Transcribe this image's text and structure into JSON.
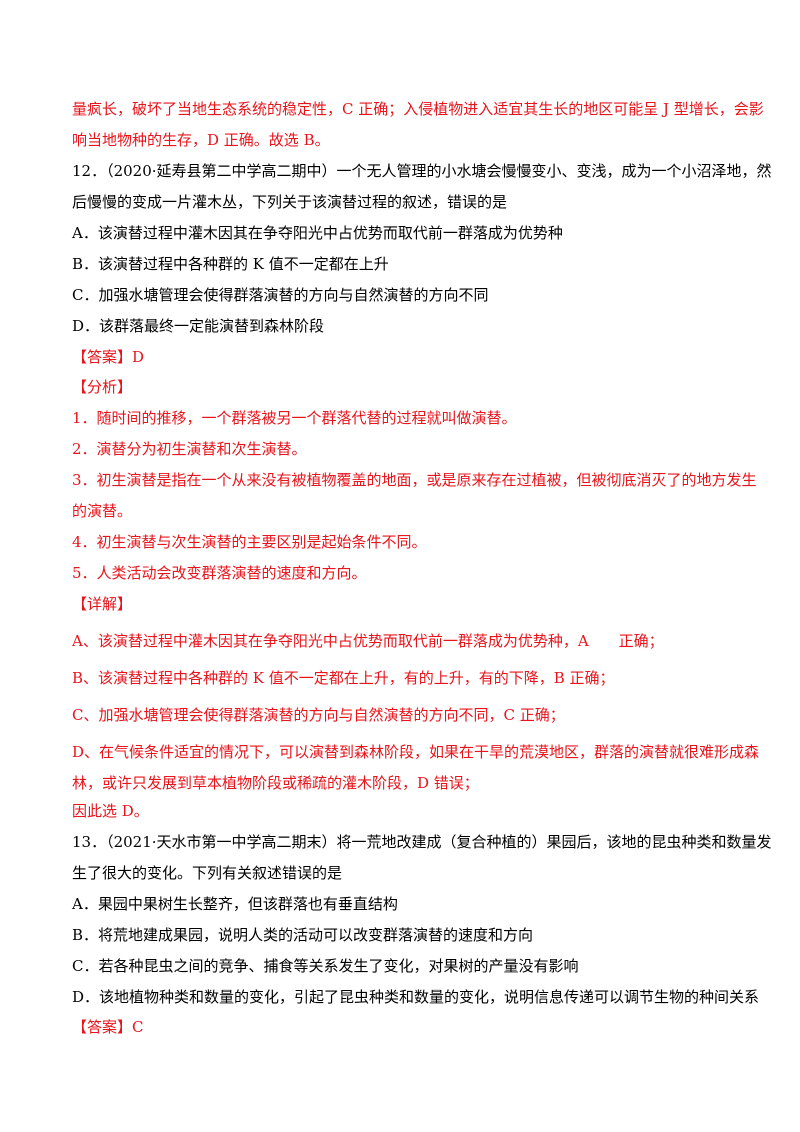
{
  "lines": [
    {
      "text": "量疯长，破坏了当地生态系统的稳定性，C 正确；入侵植物进入适宜其生长的地区可能呈 J 型增长，会影",
      "color": "red"
    },
    {
      "text": "响当地物种的生存，D 正确。故选 B。",
      "color": "red"
    },
    {
      "text": "12．（2020·延寿县第二中学高二期中）一个无人管理的小水塘会慢慢变小、变浅，成为一个小沼泽地，然",
      "color": "black"
    },
    {
      "text": "后慢慢的变成一片灌木丛，下列关于该演替过程的叙述，错误的是",
      "color": "black"
    },
    {
      "text": "A．该演替过程中灌木因其在争夺阳光中占优势而取代前一群落成为优势种",
      "color": "black"
    },
    {
      "text": "B．该演替过程中各种群的 K 值不一定都在上升",
      "color": "black"
    },
    {
      "text": "C．加强水塘管理会使得群落演替的方向与自然演替的方向不同",
      "color": "black"
    },
    {
      "text": "D．该群落最终一定能演替到森林阶段",
      "color": "black"
    },
    {
      "text": "【答案】D",
      "color": "red"
    },
    {
      "text": "【分析】",
      "color": "red"
    },
    {
      "text": "1．随时间的推移，一个群落被另一个群落代替的过程就叫做演替。",
      "color": "red"
    },
    {
      "text": "2．演替分为初生演替和次生演替。",
      "color": "red"
    },
    {
      "text": "3．初生演替是指在一个从来没有被植物覆盖的地面，或是原来存在过植被，但被彻底消灭了的地方发生",
      "color": "red"
    },
    {
      "text": "的演替。",
      "color": "red"
    },
    {
      "text": "4．初生演替与次生演替的主要区别是起始条件不同。",
      "color": "red"
    },
    {
      "text": "5．人类活动会改变群落演替的速度和方向。",
      "color": "red"
    },
    {
      "text": "【详解】",
      "color": "red"
    },
    {
      "text": "A、该演替过程中灌木因其在争夺阳光中占优势而取代前一群落成为优势种，A　　正确；",
      "color": "red"
    },
    {
      "text": "B、该演替过程中各种群的 K 值不一定都在上升，有的上升，有的下降，B 正确；",
      "color": "red"
    },
    {
      "text": "C、加强水塘管理会使得群落演替的方向与自然演替的方向不同，C 正确；",
      "color": "red"
    },
    {
      "text": "D、在气候条件适宜的情况下，可以演替到森林阶段，如果在干旱的荒漠地区，群落的演替就很难形成森",
      "color": "red"
    },
    {
      "text": "林，或许只发展到草本植物阶段或稀疏的灌木阶段，D 错误；",
      "color": "red"
    },
    {
      "text": "因此选 D。",
      "color": "red"
    },
    {
      "text": "13．（2021·天水市第一中学高二期末）将一荒地改建成（复合种植的）果园后，该地的昆虫种类和数量发",
      "color": "black"
    },
    {
      "text": "生了很大的变化。下列有关叙述错误的是",
      "color": "black"
    },
    {
      "text": "A．果园中果树生长整齐，但该群落也有垂直结构",
      "color": "black"
    },
    {
      "text": "B．将荒地建成果园，说明人类的活动可以改变群落演替的速度和方向",
      "color": "black"
    },
    {
      "text": "C．若各种昆虫之间的竞争、捕食等关系发生了变化，对果树的产量没有影响",
      "color": "black"
    },
    {
      "text": "D．该地植物种类和数量的变化，引起了昆虫种类和数量的变化，说明信息传递可以调节生物的种间关系",
      "color": "black"
    },
    {
      "text": "【答案】C",
      "color": "red"
    }
  ]
}
